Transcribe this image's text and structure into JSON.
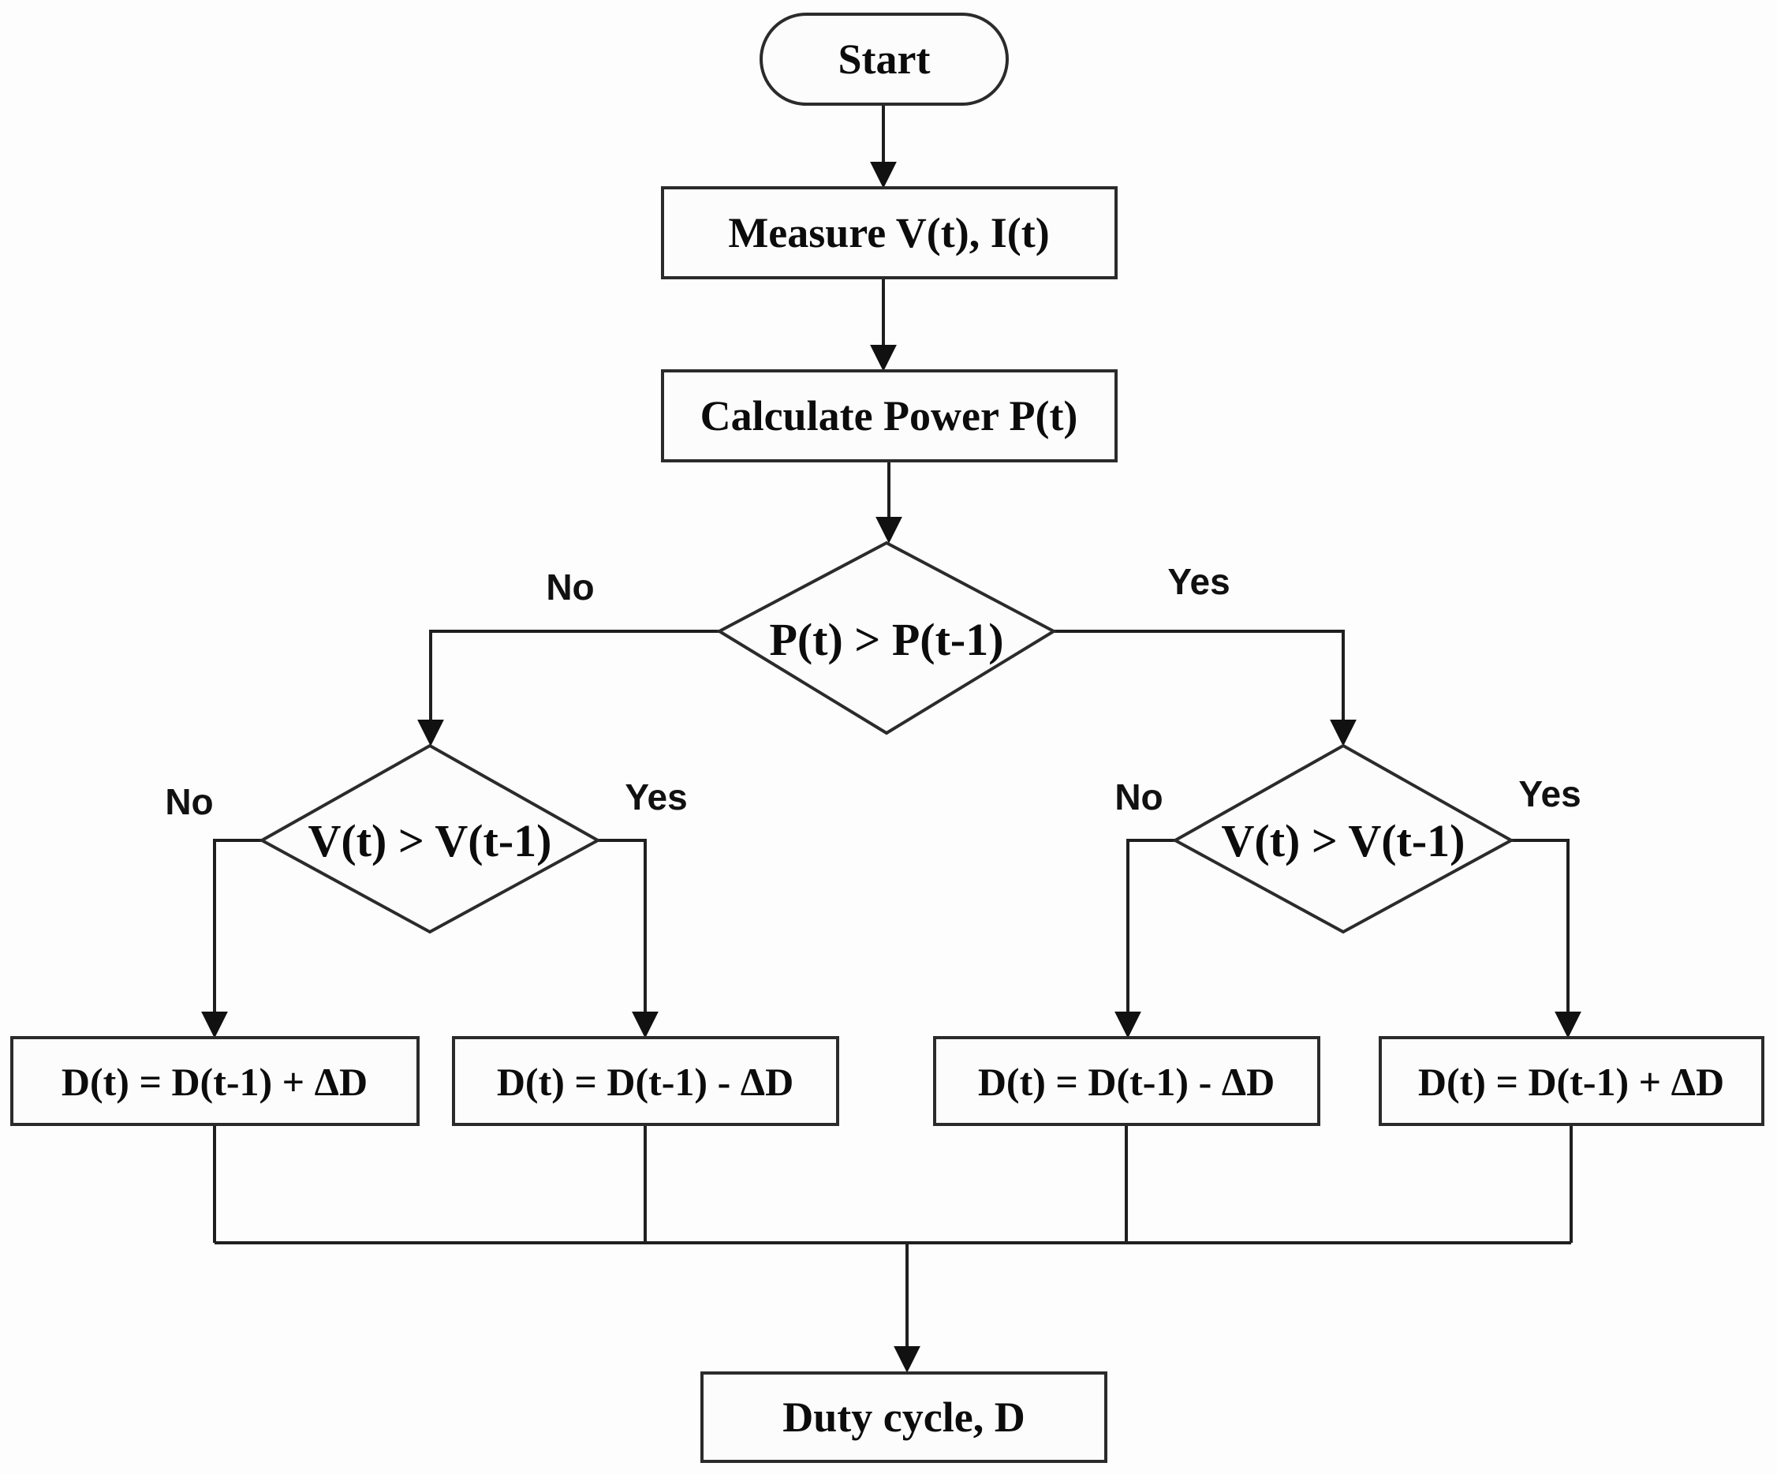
{
  "diagram": {
    "kind": "flowchart",
    "background_color": "#fdfdfd",
    "line_color": "#1f1f1f",
    "text_color": "#0c0c0c"
  },
  "nodes": {
    "start": {
      "label": "Start",
      "shape": "terminator"
    },
    "measure": {
      "label": "Measure V(t), I(t)",
      "shape": "process"
    },
    "calculate": {
      "label": "Calculate Power P(t)",
      "shape": "process"
    },
    "power_decision": {
      "label": "P(t) > P(t-1)",
      "shape": "decision"
    },
    "voltage_decision_left": {
      "label": "V(t) > V(t-1)",
      "shape": "decision"
    },
    "voltage_decision_right": {
      "label": "V(t) > V(t-1)",
      "shape": "decision"
    },
    "action_far_left": {
      "label": "D(t) = D(t-1) + ΔD",
      "shape": "process"
    },
    "action_mid_left": {
      "label": "D(t) = D(t-1) - ΔD",
      "shape": "process"
    },
    "action_mid_right": {
      "label": "D(t) = D(t-1) - ΔD",
      "shape": "process"
    },
    "action_far_right": {
      "label": "D(t) = D(t-1) + ΔD",
      "shape": "process"
    },
    "duty": {
      "label": "Duty cycle, D",
      "shape": "process"
    }
  },
  "edges": [
    {
      "from": "start",
      "to": "measure",
      "label": ""
    },
    {
      "from": "measure",
      "to": "calculate",
      "label": ""
    },
    {
      "from": "calculate",
      "to": "power_decision",
      "label": ""
    },
    {
      "from": "power_decision",
      "to": "voltage_decision_left",
      "label": "No"
    },
    {
      "from": "power_decision",
      "to": "voltage_decision_right",
      "label": "Yes"
    },
    {
      "from": "voltage_decision_left",
      "to": "action_far_left",
      "label": "No"
    },
    {
      "from": "voltage_decision_left",
      "to": "action_mid_left",
      "label": "Yes"
    },
    {
      "from": "voltage_decision_right",
      "to": "action_mid_right",
      "label": "No"
    },
    {
      "from": "voltage_decision_right",
      "to": "action_far_right",
      "label": "Yes"
    },
    {
      "from": "action_far_left",
      "to": "duty",
      "label": ""
    },
    {
      "from": "action_mid_left",
      "to": "duty",
      "label": ""
    },
    {
      "from": "action_mid_right",
      "to": "duty",
      "label": ""
    },
    {
      "from": "action_far_right",
      "to": "duty",
      "label": ""
    }
  ]
}
